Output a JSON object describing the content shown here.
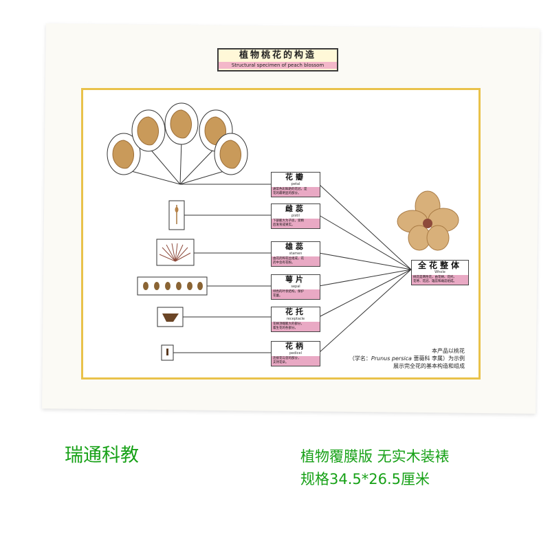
{
  "title": {
    "zh": "植物桃花的构造",
    "en": "Structural specimen of peach blossom"
  },
  "parts": [
    {
      "key": "petal",
      "zh": "花瓣",
      "en": "petal",
      "desc": "通常色彩鲜艳的花冠，是\n花的最明显的部分。"
    },
    {
      "key": "pistil",
      "zh": "雌蕊",
      "en": "pistil",
      "desc": "下部膨大为子房，受精\n后发育成果实。"
    },
    {
      "key": "stamen",
      "zh": "雄蕊",
      "en": "stamen",
      "desc": "由花药和花丝组成，花\n药中含有花粉。"
    },
    {
      "key": "sepal",
      "zh": "萼片",
      "en": "sepal",
      "desc": "绿色的叶状结构，保护\n花蕾。"
    },
    {
      "key": "receptacle",
      "zh": "花托",
      "en": "receptacle",
      "desc": "花柄顶端膨大的部分，\n着生花的各部分。"
    },
    {
      "key": "pedicel",
      "zh": "花柄",
      "en": "pedicel",
      "desc": "连接花与茎的部分，\n支持花朵。"
    }
  ],
  "whole": {
    "zh": "全花整体",
    "en": "Whole",
    "desc": "桃花是两性花，由花柄、花托、\n花萼、花冠、雄蕊和雌蕊组成。"
  },
  "caption": {
    "line1": "本产品以桃花",
    "line2_prefix": "（学名：",
    "line2_latin": "Prunus persica",
    "line2_suffix": " 蔷薇科 李属）为示例",
    "line3": "展示完全花的基本构造和组成"
  },
  "footer": {
    "brand": "瑞通科教",
    "spec_line1": "植物覆膜版 无实木装裱",
    "spec_line2": "规格34.5*26.5厘米"
  },
  "colors": {
    "frame": "#e9c24a",
    "title_en_bg": "#f3b7c9",
    "desc_bg": "#e9a9c4",
    "footer_text": "#17a117",
    "petal_fill": "#c99a5a"
  }
}
